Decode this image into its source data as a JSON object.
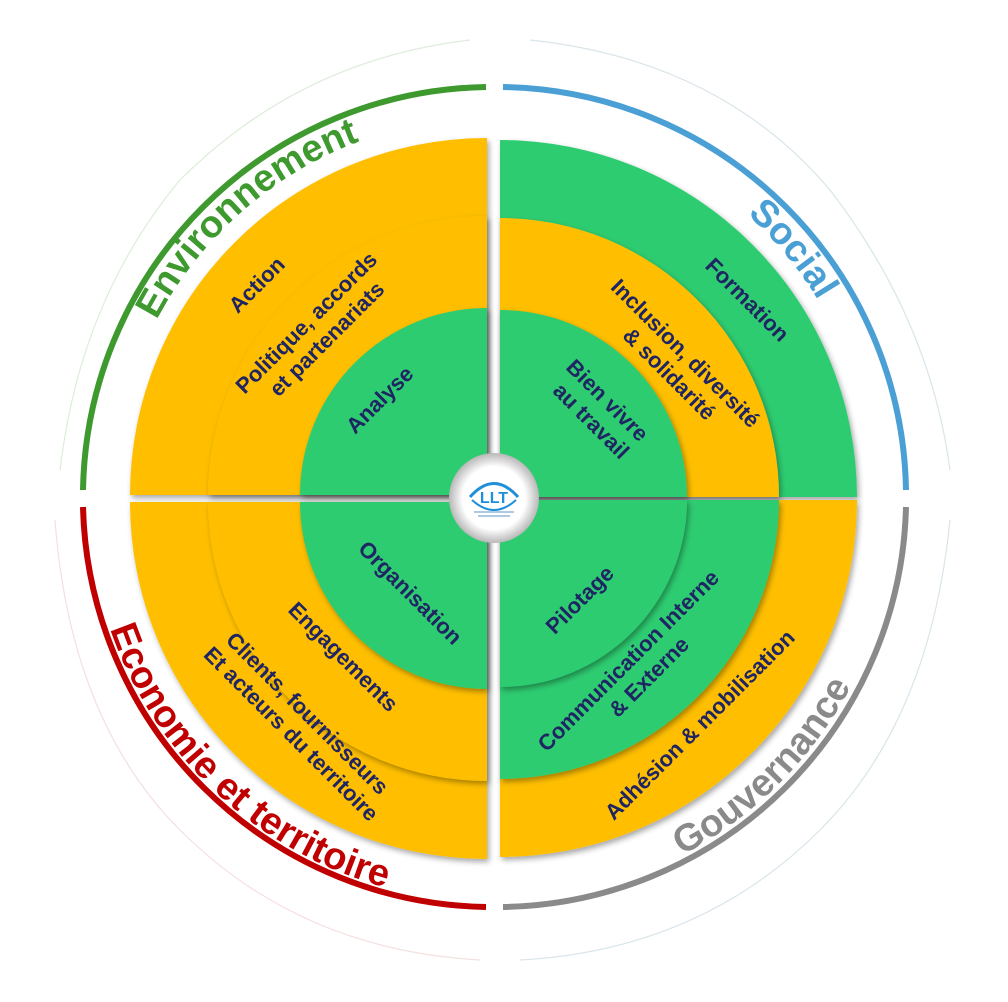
{
  "categories": [
    {
      "name": "Environnement",
      "color": "#3e9a2f"
    },
    {
      "name": "Social",
      "color": "#4a9fd5"
    },
    {
      "name": "Gouvernance",
      "color": "#8a8a8a"
    },
    {
      "name": "Economie et territoire",
      "color": "#c00000"
    }
  ],
  "colors": {
    "orange": "#ffbf00",
    "green": "#2ecc71",
    "text": "#1f2462"
  },
  "quadrants": {
    "environnement": {
      "outer": "Action",
      "middle": [
        "Politique, accords",
        "et partenariats"
      ],
      "inner": "Analyse"
    },
    "social": {
      "outer": "Formation",
      "middle": [
        "Inclusion, diversité",
        "& solidarité"
      ],
      "inner": [
        "Bien vivre",
        "au travail"
      ]
    },
    "economie": {
      "outer": [
        "Clients, fournisseurs",
        "Et acteurs du territoire"
      ],
      "middle": "Engagements",
      "inner": "Organisation"
    },
    "gouvernance": {
      "outer": "Adhésion & mobilisation",
      "middle": [
        "Communication Interne",
        "& Externe"
      ],
      "inner": "Pilotage"
    }
  },
  "logo": {
    "text": "LLT"
  }
}
